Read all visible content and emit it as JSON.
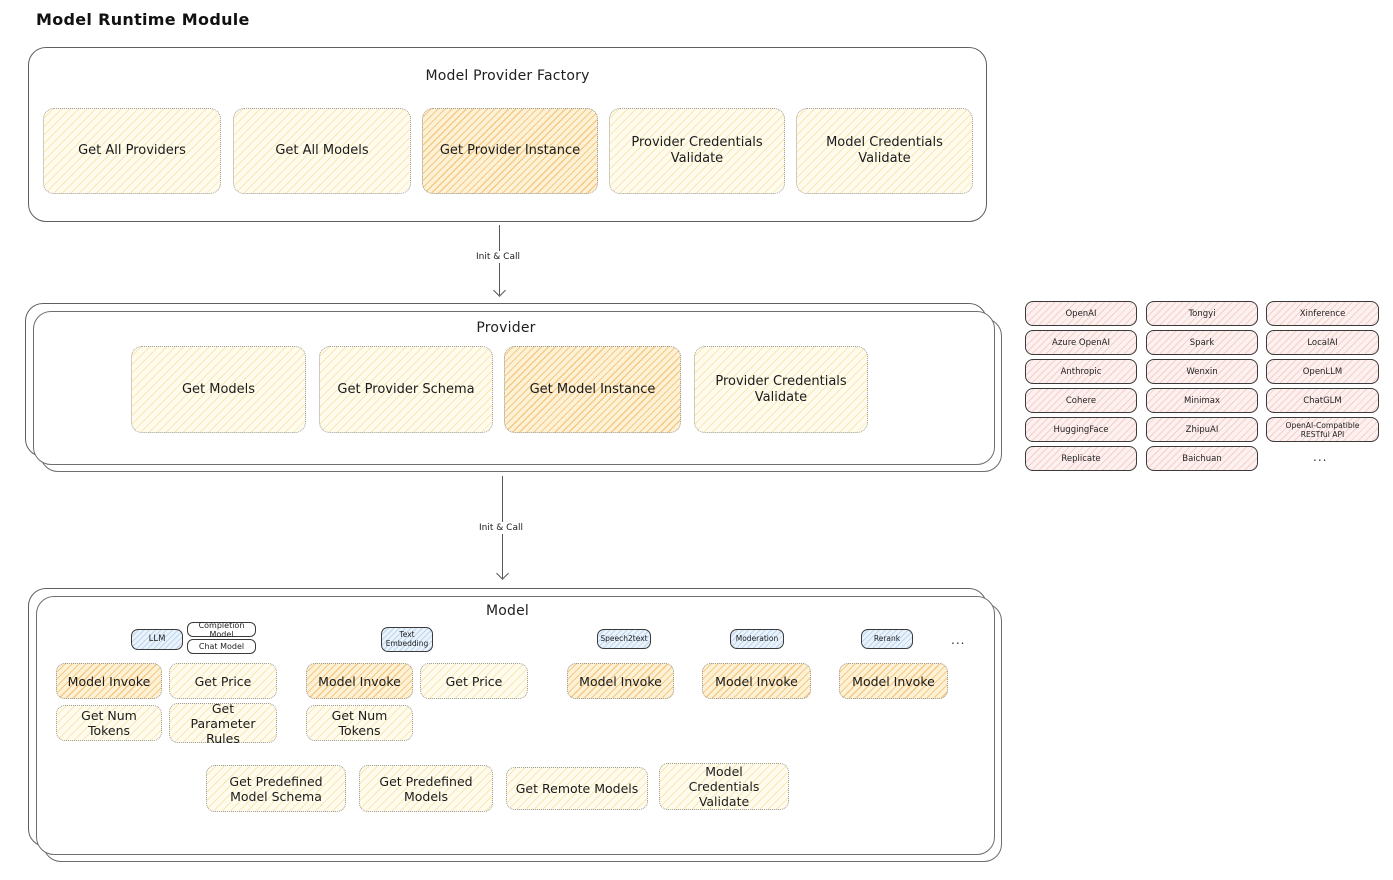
{
  "title": "Model Runtime Module",
  "colors": {
    "yellow_fill": "#fffcee",
    "yellow_hatch": "#f0d380",
    "orange_fill": "#fdf1d6",
    "orange_hatch": "#f2b054",
    "pink_fill": "#fdf1f0",
    "pink_hatch": "#ea9e98",
    "blue_fill": "#eaf3fc",
    "blue_hatch": "#8ab4dc",
    "box_border": "#5f5f5f",
    "text": "#1c1c1c"
  },
  "factory": {
    "title": "Model Provider Factory",
    "buttons": [
      {
        "label": "Get All Providers",
        "highlighted": false
      },
      {
        "label": "Get All Models",
        "highlighted": false
      },
      {
        "label": "Get Provider Instance",
        "highlighted": true
      },
      {
        "label": "Provider Credentials Validate",
        "highlighted": false
      },
      {
        "label": "Model Credentials Validate",
        "highlighted": false
      }
    ]
  },
  "arrow1": {
    "label": "Init & Call"
  },
  "arrow2": {
    "label": "Init & Call"
  },
  "provider": {
    "title": "Provider",
    "buttons": [
      {
        "label": "Get Models",
        "highlighted": false
      },
      {
        "label": "Get Provider Schema",
        "highlighted": false
      },
      {
        "label": "Get Model Instance",
        "highlighted": true
      },
      {
        "label": "Provider Credentials Validate",
        "highlighted": false
      }
    ]
  },
  "provider_chips": {
    "columns": [
      {
        "items": [
          "OpenAI",
          "Azure OpenAI",
          "Anthropic",
          "Cohere",
          "HuggingFace",
          "Replicate"
        ]
      },
      {
        "items": [
          "Tongyi",
          "Spark",
          "Wenxin",
          "Minimax",
          "ZhipuAI",
          "Baichuan"
        ]
      },
      {
        "items": [
          "Xinference",
          "LocalAI",
          "OpenLLM",
          "ChatGLM",
          "OpenAI-Compatible RESTful API"
        ]
      }
    ],
    "ellipsis": "..."
  },
  "model": {
    "title": "Model",
    "types": {
      "llm": "LLM",
      "llm_subtags": [
        "Completion Model",
        "Chat Model"
      ],
      "text_embedding": "Text Embedding",
      "speech2text": "Speech2text",
      "moderation": "Moderation",
      "rerank": "Rerank",
      "ellipsis": "..."
    },
    "llm_buttons": [
      {
        "label": "Model Invoke",
        "highlighted": true
      },
      {
        "label": "Get Price",
        "highlighted": false
      },
      {
        "label": "Get Num Tokens",
        "highlighted": false
      },
      {
        "label": "Get Parameter Rules",
        "highlighted": false
      }
    ],
    "text_embedding_buttons": [
      {
        "label": "Model Invoke",
        "highlighted": true
      },
      {
        "label": "Get Price",
        "highlighted": false
      },
      {
        "label": "Get Num Tokens",
        "highlighted": false
      }
    ],
    "speech2text_buttons": [
      {
        "label": "Model Invoke",
        "highlighted": true
      }
    ],
    "moderation_buttons": [
      {
        "label": "Model Invoke",
        "highlighted": true
      }
    ],
    "rerank_buttons": [
      {
        "label": "Model Invoke",
        "highlighted": true
      }
    ],
    "shared_buttons": [
      {
        "label": "Get Predefined Model Schema"
      },
      {
        "label": "Get Predefined Models"
      },
      {
        "label": "Get Remote Models"
      },
      {
        "label": "Model Credentials Validate"
      }
    ]
  }
}
